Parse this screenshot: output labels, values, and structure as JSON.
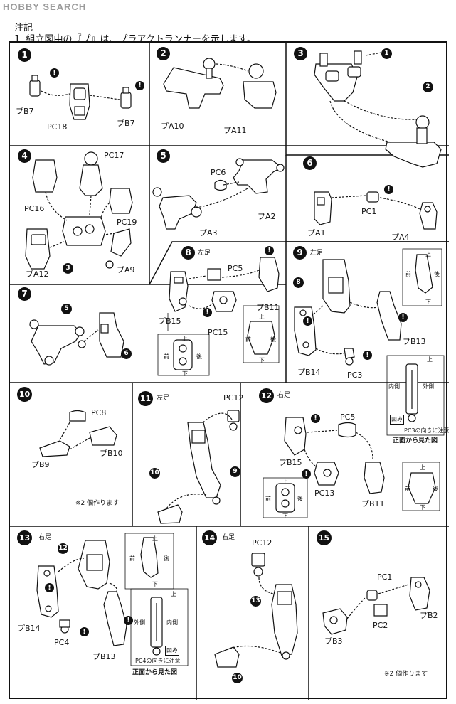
{
  "header": {
    "logo": "HOBBY SEARCH",
    "note_title": "注記",
    "note_line": "1. 組立図中の『プ』は、プラアクトランナーを示します。"
  },
  "steps": [
    {
      "num": "1",
      "labels": [
        "プB7",
        "PC18",
        "プB7"
      ]
    },
    {
      "num": "2",
      "labels": [
        "プA10",
        "プA11"
      ]
    },
    {
      "num": "3",
      "labels": []
    },
    {
      "num": "4",
      "labels": [
        "PC17",
        "PC16",
        "PC19",
        "プA12",
        "プA9"
      ]
    },
    {
      "num": "5",
      "labels": [
        "PC6",
        "プA2",
        "プA3"
      ]
    },
    {
      "num": "6",
      "labels": [
        "PC1",
        "プA1",
        "プA4"
      ]
    },
    {
      "num": "7",
      "labels": []
    },
    {
      "num": "8",
      "side": "左足",
      "labels": [
        "PC5",
        "プB11",
        "プB15",
        "PC15"
      ]
    },
    {
      "num": "9",
      "side": "左足",
      "labels": [
        "プB13",
        "プB14",
        "PC3"
      ]
    },
    {
      "num": "10",
      "labels": [
        "PC8",
        "プB9",
        "プB10"
      ],
      "note": "※2 個作ります"
    },
    {
      "num": "11",
      "side": "左足",
      "labels": [
        "PC12"
      ]
    },
    {
      "num": "12",
      "side": "右足",
      "labels": [
        "PC5",
        "プB15",
        "PC13",
        "プB11"
      ]
    },
    {
      "num": "13",
      "side": "右足",
      "labels": [
        "プB14",
        "PC4",
        "プB13"
      ]
    },
    {
      "num": "14",
      "side": "右足",
      "labels": [
        "PC12"
      ]
    },
    {
      "num": "15",
      "labels": [
        "PC1",
        "プB2",
        "PC2",
        "プB3"
      ],
      "note": "※2 個作ります"
    }
  ],
  "insets": {
    "orientation": {
      "up": "上",
      "down": "下",
      "front": "前",
      "back": "後"
    },
    "inner": "内側",
    "outer": "外側",
    "notch": "凹み",
    "pc3_note": "PC3の向きに注意",
    "pc4_note": "PC4の向きに注意",
    "front_view": "正面から見た図"
  },
  "warn_symbol": "!"
}
